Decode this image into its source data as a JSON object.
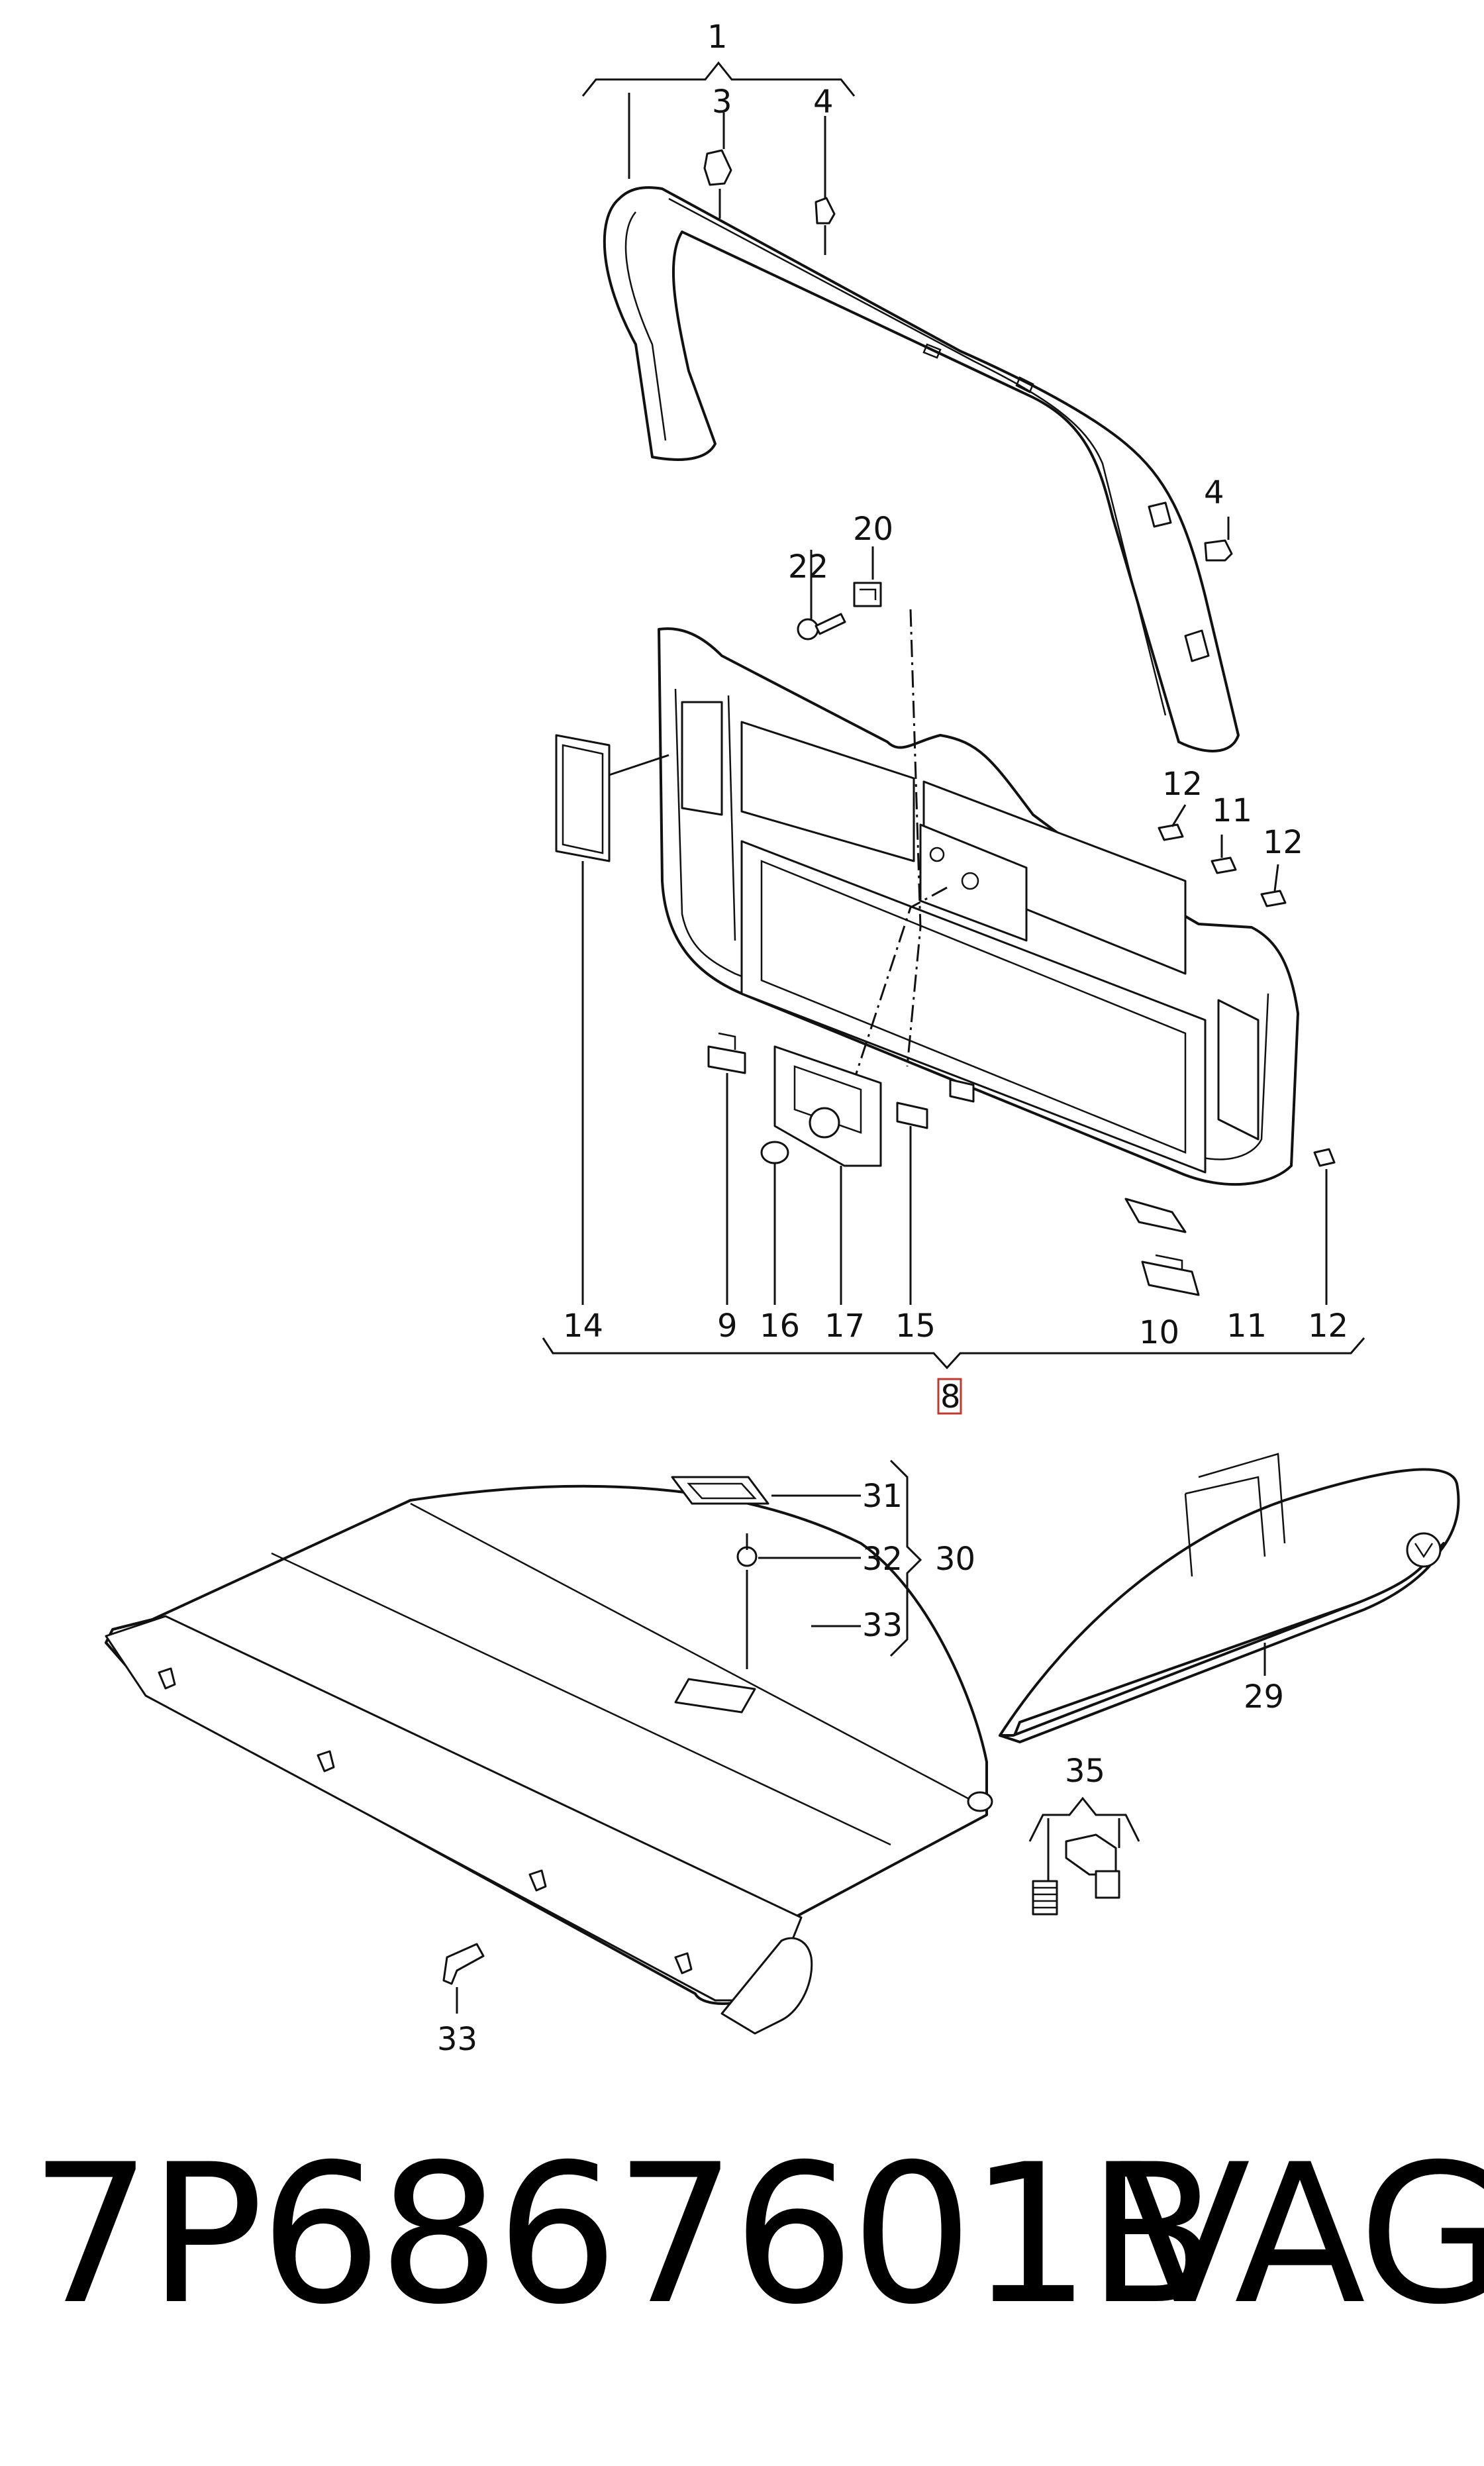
{
  "diagram": {
    "callouts": {
      "c1": "1",
      "c3": "3",
      "c4a": "4",
      "c4b": "4",
      "c20": "20",
      "c22": "22",
      "c12a": "12",
      "c11a": "11",
      "c12b": "12",
      "c14": "14",
      "c9": "9",
      "c16": "16",
      "c17": "17",
      "c15": "15",
      "c10": "10",
      "c11b": "11",
      "c12c": "12",
      "c8": "8",
      "c31": "31",
      "c32": "32",
      "c33a": "33",
      "c30": "30",
      "c29": "29",
      "c35": "35",
      "c33b": "33"
    }
  },
  "footer": {
    "part_number": "7P6867601B",
    "brand": "VAG"
  }
}
